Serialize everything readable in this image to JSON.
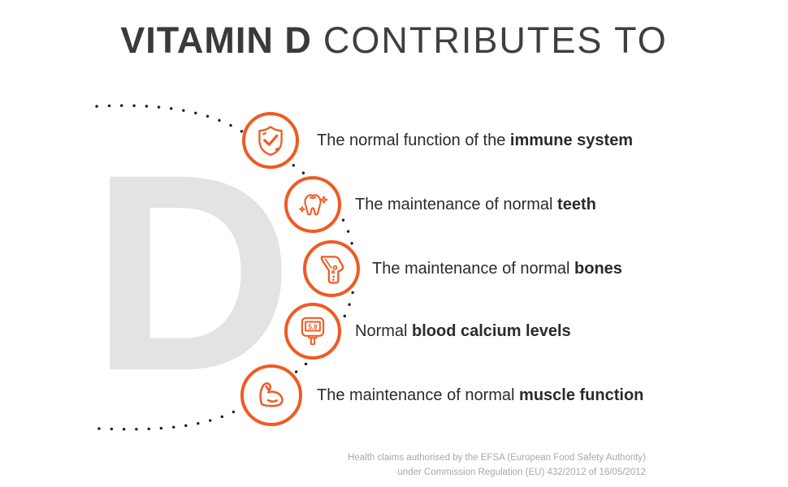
{
  "title": {
    "bold": "VITAMIN D",
    "light": "CONTRIBUTES TO"
  },
  "background_letter": "D",
  "colors": {
    "accent": "#F15A22",
    "title_text": "#3A3A3A",
    "body_text": "#2B2B2B",
    "background_letter_gray": "#E3E3E3",
    "dotted_line": "#222222",
    "footer_gray": "#A8A8A8"
  },
  "items": [
    {
      "icon": "shield-check-icon",
      "text": "The normal function of the ",
      "bold": "immune system"
    },
    {
      "icon": "tooth-icon",
      "text": "The maintenance of normal ",
      "bold": "teeth"
    },
    {
      "icon": "bone-joint-icon",
      "text": "The maintenance of normal ",
      "bold": "bones"
    },
    {
      "icon": "glucose-meter-icon",
      "text": "Normal ",
      "bold": "blood calcium levels",
      "meter_value": "5.8"
    },
    {
      "icon": "muscle-icon",
      "text": "The maintenance of normal ",
      "bold": "muscle function"
    }
  ],
  "footer": {
    "line1": "Health claims authorised by the EFSA (European Food Safety Authority)",
    "line2": "under Commission Regulation (EU) 432/2012 of 16/05/2012"
  }
}
